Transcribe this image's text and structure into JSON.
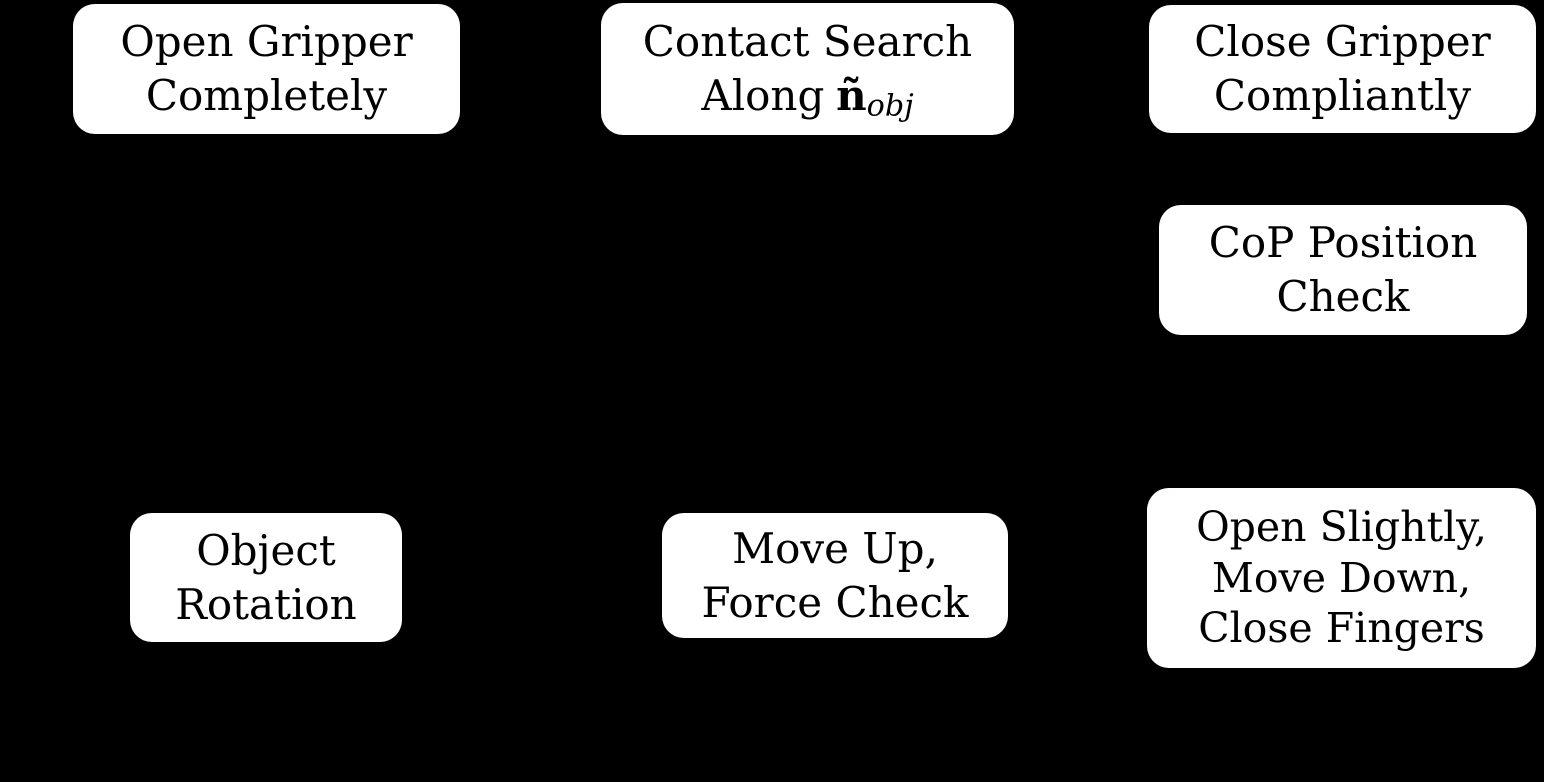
{
  "diagram": {
    "background_color": "#000000",
    "node_fill_color": "#ffffff",
    "node_text_color": "#000000",
    "nodes": [
      {
        "id": "open-gripper-completely",
        "lines": [
          "Open Gripper",
          "Completely"
        ]
      },
      {
        "id": "contact-search-along-n-obj",
        "lines": [
          "Contact Search"
        ],
        "math_line": {
          "prefix": "Along",
          "symbol": "ñ",
          "subscript": "obj"
        }
      },
      {
        "id": "close-gripper-compliantly",
        "lines": [
          "Close Gripper",
          "Compliantly"
        ]
      },
      {
        "id": "cop-position-check",
        "lines": [
          "CoP Position",
          "Check"
        ]
      },
      {
        "id": "open-slightly-move-down-close-fingers",
        "lines": [
          "Open Slightly,",
          "Move Down,",
          "Close Fingers"
        ]
      },
      {
        "id": "move-up-force-check",
        "lines": [
          "Move Up,",
          "Force Check"
        ]
      },
      {
        "id": "object-rotation",
        "lines": [
          "Object",
          "Rotation"
        ]
      }
    ]
  }
}
